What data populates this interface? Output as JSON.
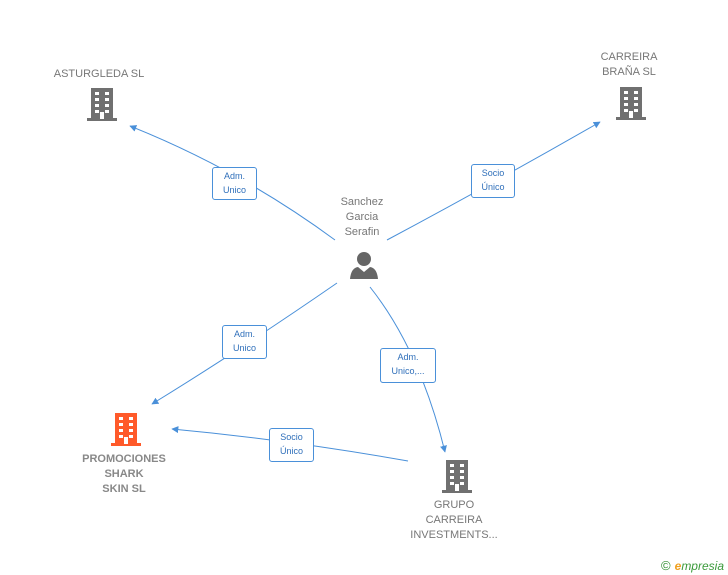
{
  "colors": {
    "edge": "#4a90d9",
    "company": "#707070",
    "focus_company": "#ff5a2a",
    "person": "#666666"
  },
  "nodes": {
    "asturgleda": {
      "label_lines": [
        "ASTURGLEDA SL"
      ],
      "icon": "building-icon"
    },
    "carreira_brana": {
      "label_lines": [
        "CARREIRA",
        "BRAÑA SL"
      ],
      "icon": "building-icon"
    },
    "sanchez": {
      "label_lines": [
        "Sanchez",
        "Garcia",
        "Serafin"
      ],
      "icon": "person-icon"
    },
    "promociones": {
      "label_lines": [
        "PROMOCIONES",
        "SHARK",
        "SKIN SL"
      ],
      "icon": "building-icon"
    },
    "grupo": {
      "label_lines": [
        "GRUPO",
        "CARREIRA",
        "INVESTMENTS..."
      ],
      "icon": "building-icon"
    }
  },
  "edges": [
    {
      "id": "e1",
      "lines": [
        "Adm.",
        "Unico"
      ]
    },
    {
      "id": "e2",
      "lines": [
        "Socio",
        "Único"
      ]
    },
    {
      "id": "e3",
      "lines": [
        "Adm.",
        "Unico"
      ]
    },
    {
      "id": "e4",
      "lines": [
        "Adm.",
        "Unico,..."
      ]
    },
    {
      "id": "e5",
      "lines": [
        "Socio",
        "Único"
      ]
    }
  ],
  "brand": {
    "copyright": "©",
    "first_letter": "e",
    "rest": "mpresia"
  }
}
